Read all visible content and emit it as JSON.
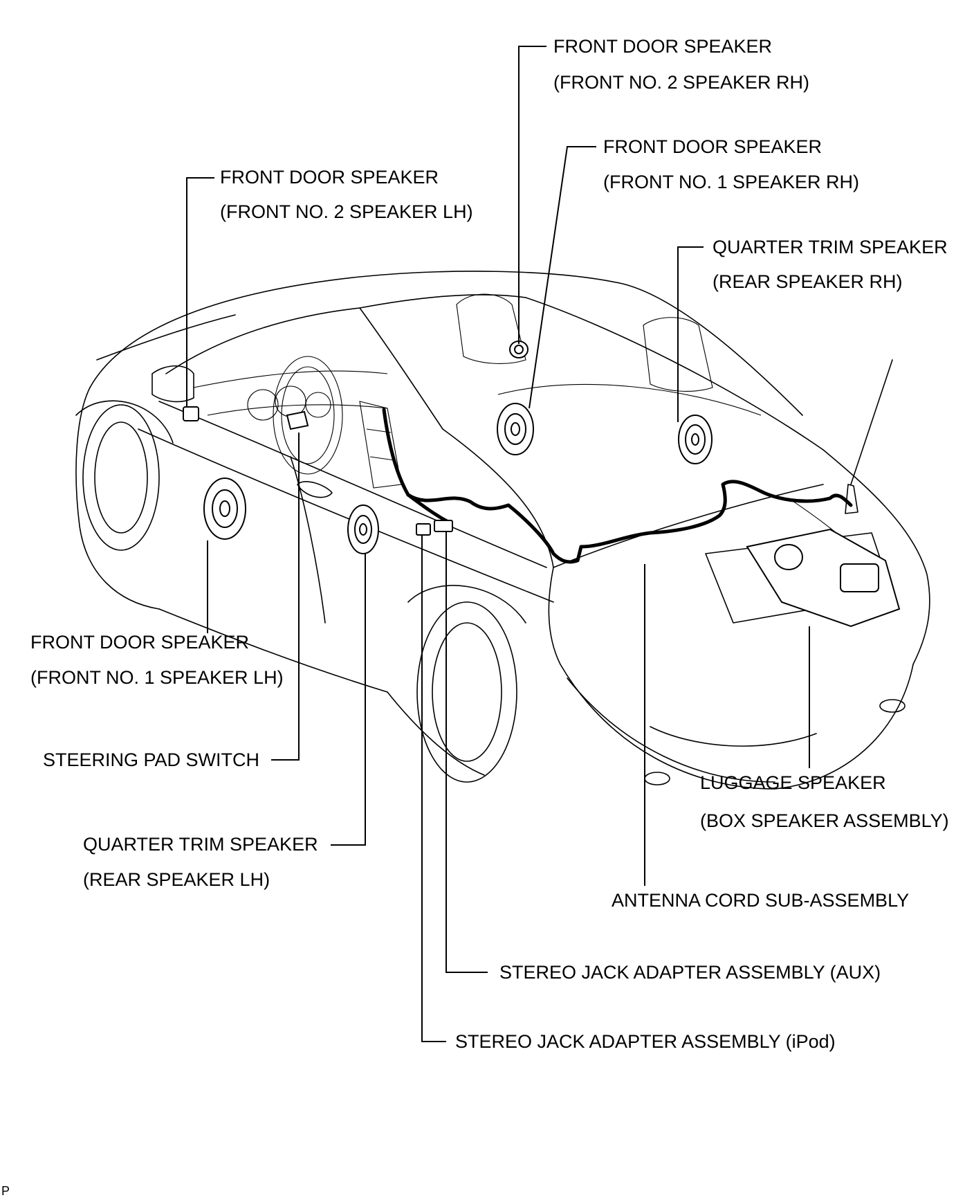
{
  "diagram": {
    "labels": {
      "front_no2_rh": [
        "FRONT DOOR SPEAKER",
        "(FRONT NO. 2 SPEAKER RH)"
      ],
      "front_no1_rh": [
        "FRONT DOOR SPEAKER",
        "(FRONT NO. 1 SPEAKER RH)"
      ],
      "front_no2_lh": [
        "FRONT DOOR SPEAKER",
        "(FRONT NO. 2 SPEAKER LH)"
      ],
      "rear_rh": [
        "QUARTER TRIM SPEAKER",
        "(REAR SPEAKER RH)"
      ],
      "front_no1_lh": [
        "FRONT DOOR SPEAKER",
        "(FRONT NO. 1 SPEAKER LH)"
      ],
      "steering_pad": "STEERING PAD SWITCH",
      "luggage": [
        "LUGGAGE SPEAKER",
        "(BOX SPEAKER ASSEMBLY)"
      ],
      "rear_lh": [
        "QUARTER TRIM SPEAKER",
        "(REAR SPEAKER LH)"
      ],
      "antenna": "ANTENNA CORD SUB-ASSEMBLY",
      "aux": "STEREO JACK ADAPTER ASSEMBLY (AUX)",
      "ipod": "STEREO JACK ADAPTER ASSEMBLY (iPod)"
    },
    "corner_mark": "P"
  }
}
